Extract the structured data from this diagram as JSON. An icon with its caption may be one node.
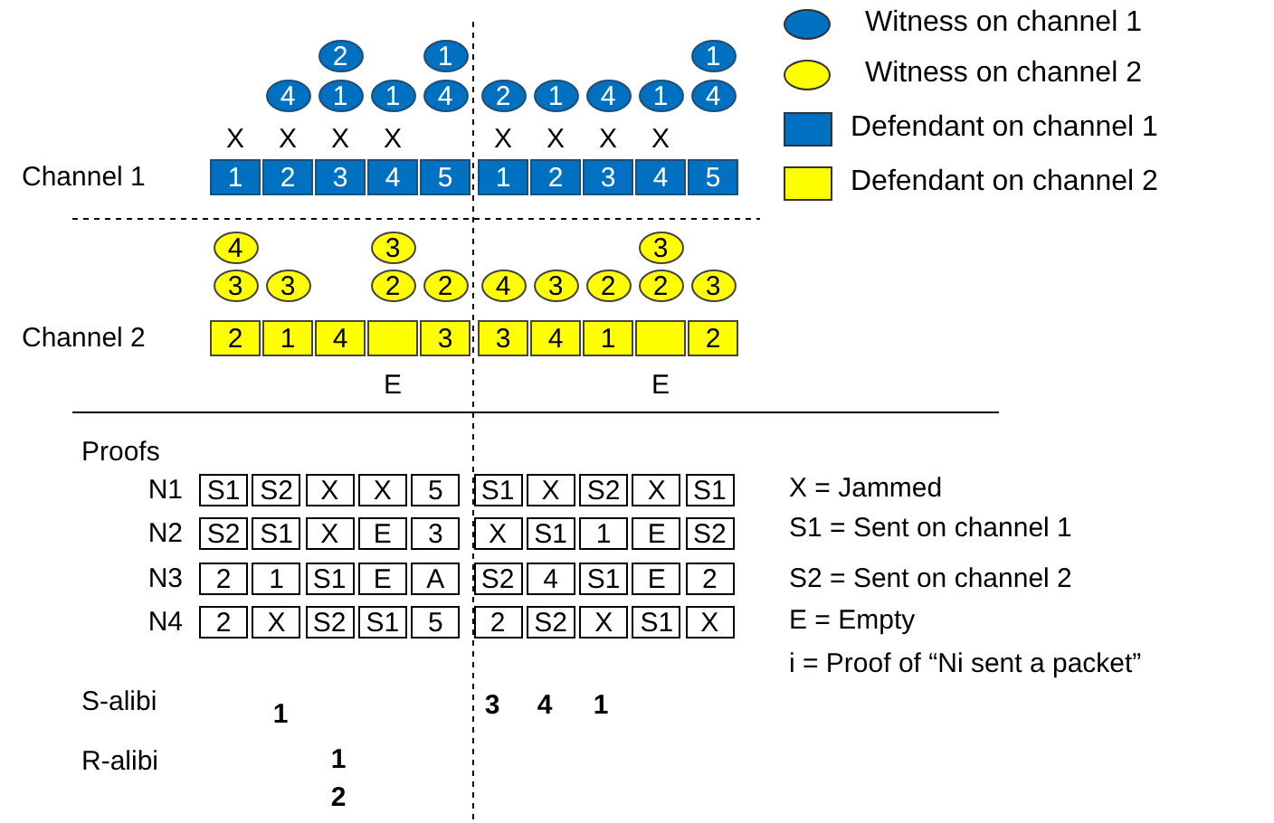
{
  "diagram": {
    "nodes": [
      {
        "text": [
          "2"
        ]
      },
      {
        "text": [
          "1"
        ]
      },
      {
        "text": [
          "1"
        ]
      },
      {
        "text": [
          "4"
        ]
      },
      {
        "text": [
          "1"
        ]
      },
      {
        "text": [
          "1"
        ]
      },
      {
        "text": [
          "4"
        ]
      },
      {
        "text": [
          "2"
        ]
      },
      {
        "text": [
          "1"
        ]
      },
      {
        "text": [
          "4"
        ]
      },
      {
        "text": [
          "1"
        ]
      },
      {
        "text": [
          "4"
        ]
      },
      {
        "text": [
          "1"
        ]
      },
      {
        "text": [
          "2"
        ]
      },
      {
        "text": [
          "3"
        ]
      },
      {
        "text": [
          "4"
        ]
      },
      {
        "text": [
          "5"
        ]
      },
      {
        "text": [
          "1"
        ]
      },
      {
        "text": [
          "2"
        ]
      },
      {
        "text": [
          "3"
        ]
      },
      {
        "text": [
          "4"
        ]
      },
      {
        "text": [
          "5"
        ]
      },
      {
        "text": [
          "4"
        ]
      },
      {
        "text": [
          "3"
        ]
      },
      {
        "text": [
          "3"
        ]
      },
      {
        "text": [
          "3"
        ]
      },
      {
        "text": [
          "3"
        ]
      },
      {
        "text": [
          "2"
        ]
      },
      {
        "text": [
          "2"
        ]
      },
      {
        "text": [
          "4"
        ]
      },
      {
        "text": [
          "3"
        ]
      },
      {
        "text": [
          "2"
        ]
      },
      {
        "text": [
          "2"
        ]
      },
      {
        "text": [
          "3"
        ]
      },
      {
        "text": [
          "2"
        ]
      },
      {
        "text": [
          "1"
        ]
      },
      {
        "text": [
          "4"
        ]
      },
      {
        "text": [],
        "shape": "box"
      },
      {
        "text": [
          "3"
        ]
      },
      {
        "text": [
          "3"
        ]
      },
      {
        "text": [
          "4"
        ]
      },
      {
        "text": [
          "1"
        ]
      },
      {
        "text": [],
        "shape": "box"
      },
      {
        "text": [
          "2"
        ]
      }
    ],
    "labels": [
      "X",
      "X",
      "X",
      "X",
      "X",
      "X",
      "X",
      "X",
      "Channel 1",
      "Channel 2",
      "E",
      "E",
      "Proofs",
      "N1",
      "S1",
      "S2",
      "X",
      "X",
      "5",
      "S1",
      "X",
      "S2",
      "X",
      "S1",
      "N2",
      "S2",
      "S1",
      "X",
      "E",
      "3",
      "X",
      "S1",
      "1",
      "E",
      "S2",
      "N3",
      "2",
      "1",
      "S1",
      "E",
      "A",
      "S2",
      "4",
      "S1",
      "E",
      "2",
      "N4",
      "2",
      "X",
      "S2",
      "S1",
      "5",
      "2",
      "S2",
      "X",
      "S1",
      "X",
      "S-alibi",
      "1",
      "3",
      "4",
      "1",
      "R-alibi",
      "1",
      "2",
      "X = Jammed",
      "S1 = Sent on channel 1",
      "S2 = Sent on channel 2",
      "E = Empty",
      "i = Proof of “Ni sent a packet”"
    ],
    "legend": [
      {
        "text": "Witness on channel 1",
        "color": "#0070c0"
      },
      {
        "text": "Witness on channel 2",
        "color": "#ffff00"
      },
      {
        "text": "Defendant on channel 1",
        "color": "#0070c0"
      },
      {
        "text": "Defendant on channel 2",
        "color": "#ffff00"
      }
    ]
  }
}
